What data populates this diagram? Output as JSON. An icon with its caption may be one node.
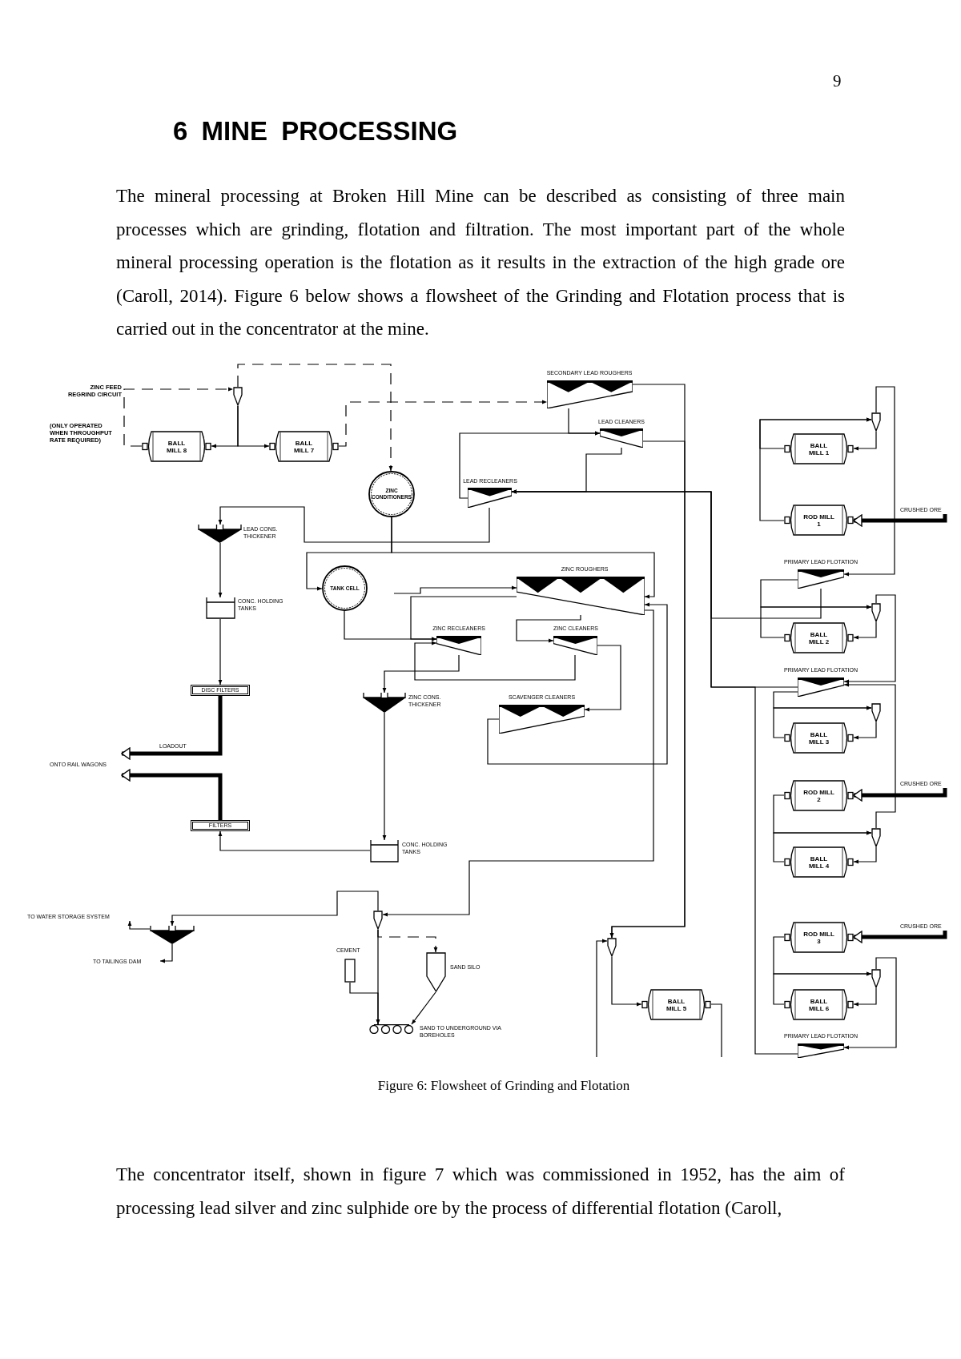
{
  "diagram": {
    "title": "6 MINE PROCESSING",
    "caption": "Figure 6: Flowsheet of Grinding and Flotation",
    "nodes": [
      {
        "text": [
          "BALL MILL 8"
        ]
      },
      {
        "text": [
          "BALL MILL 7"
        ]
      },
      {
        "text": [],
        "shape": "cyclone"
      },
      {
        "text": [
          "ZINC CONDITIONERS"
        ]
      },
      {
        "text": [
          "SECONDARY LEAD ROUGHERS"
        ]
      },
      {
        "text": [
          "LEAD CLEANERS"
        ]
      },
      {
        "text": [
          "LEAD RECLEANERS"
        ]
      },
      {
        "text": [
          "LEAD CONS. THICKENER"
        ]
      },
      {
        "text": [
          "TANK CELL"
        ]
      },
      {
        "text": [
          "ZINC ROUGHERS"
        ]
      },
      {
        "text": [
          "ZINC RECLEANERS"
        ]
      },
      {
        "text": [
          "ZINC CLEANERS"
        ]
      },
      {
        "text": [
          "CONC. HOLDING TANKS"
        ]
      },
      {
        "text": [
          "DISC FILTERS"
        ]
      },
      {
        "text": [
          "ZINC CONS. THICKENER"
        ]
      },
      {
        "text": [
          "SCAVENGER CLEANERS"
        ]
      },
      {
        "text": [
          "ONTO RAIL WAGONS"
        ]
      },
      {
        "text": [
          "FILTERS"
        ]
      },
      {
        "text": [
          "CONC. HOLDING TANKS"
        ]
      },
      {
        "text": [
          "TO WATER STORAGE SYSTEM"
        ]
      },
      {
        "text": [],
        "shape": "thickener"
      },
      {
        "text": [
          "TO TAILINGS DAM"
        ]
      },
      {
        "text": [],
        "shape": "cyclone"
      },
      {
        "text": [
          "CEMENT"
        ]
      },
      {
        "text": [
          "SAND SILO"
        ]
      },
      {
        "text": [
          "SAND TO UNDERGROUND VIA BOREHOLES"
        ]
      },
      {
        "text": [],
        "shape": "cyclone"
      },
      {
        "text": [
          "BALL MILL 5"
        ]
      },
      {
        "text": [
          "BALL MILL 1"
        ]
      },
      {
        "text": [],
        "shape": "cyclone"
      },
      {
        "text": [
          "ROD MILL 1"
        ]
      },
      {
        "text": [
          "CRUSHED ORE"
        ]
      },
      {
        "text": [
          "PRIMARY LEAD FLOTATION"
        ]
      },
      {
        "text": [
          "BALL MILL 2"
        ]
      },
      {
        "text": [],
        "shape": "cyclone"
      },
      {
        "text": [
          "PRIMARY LEAD FLOTATION"
        ]
      },
      {
        "text": [
          "BALL MILL 3"
        ]
      },
      {
        "text": [],
        "shape": "cyclone"
      },
      {
        "text": [
          "ROD MILL 2"
        ]
      },
      {
        "text": [
          "CRUSHED ORE"
        ]
      },
      {
        "text": [
          "BALL MILL 4"
        ]
      },
      {
        "text": [],
        "shape": "cyclone"
      },
      {
        "text": [
          "ROD MILL 3"
        ]
      },
      {
        "text": [
          "CRUSHED ORE"
        ]
      },
      {
        "text": [
          "BALL MILL 6"
        ]
      },
      {
        "text": [],
        "shape": "cyclone"
      },
      {
        "text": [
          "PRIMARY LEAD FLOTATION"
        ]
      }
    ],
    "edges": [
      {
        "from": 2,
        "to": 0,
        "arrow": "to"
      },
      {
        "from": 2,
        "to": 1,
        "arrow": "to"
      },
      {
        "from": 0,
        "to": 2,
        "arrow": "to",
        "style": "dashed"
      },
      {
        "from": 1,
        "to": 4,
        "arrow": "to",
        "style": "dashed"
      },
      {
        "from": 2,
        "to": 3,
        "arrow": "to",
        "style": "dashed"
      },
      {
        "from": 3,
        "to": 8,
        "arrow": "to"
      },
      {
        "from": 3,
        "to": 9,
        "arrow": "to"
      },
      {
        "from": 6,
        "to": 7,
        "arrow": "to"
      },
      {
        "from": 7,
        "to": 12,
        "arrow": "to"
      },
      {
        "from": 12,
        "to": 13,
        "arrow": "to"
      },
      {
        "from": 13,
        "to": 16,
        "arrow": "to",
        "style": "thick",
        "label": "LOADOUT"
      },
      {
        "from": 17,
        "to": 16,
        "arrow": "to",
        "style": "thick"
      },
      {
        "from": 18,
        "to": 17,
        "arrow": "to"
      },
      {
        "from": 14,
        "to": 18,
        "arrow": "to"
      },
      {
        "from": 8,
        "to": 10,
        "arrow": "to"
      },
      {
        "from": null,
        "to": 9,
        "arrow": "to"
      },
      {
        "from": 9,
        "to": 10,
        "arrow": "to"
      },
      {
        "from": 9,
        "to": 11,
        "arrow": "to"
      },
      {
        "from": 11,
        "to": 10,
        "arrow": "to"
      },
      {
        "from": 10,
        "to": 14,
        "arrow": "to"
      },
      {
        "from": 11,
        "to": 15,
        "arrow": "to"
      },
      {
        "from": 15,
        "to": 9,
        "arrow": "to"
      },
      {
        "from": 9,
        "to": 22,
        "arrow": "to"
      },
      {
        "from": 22,
        "to": 20,
        "arrow": "to"
      },
      {
        "from": 20,
        "to": 19,
        "arrow": "to"
      },
      {
        "from": 20,
        "to": 21,
        "arrow": "to"
      },
      {
        "from": 22,
        "to": 24,
        "arrow": "to",
        "style": "dashed"
      },
      {
        "from": 22,
        "to": 25,
        "arrow": "to"
      },
      {
        "from": 23,
        "to": 25,
        "arrow": "to"
      },
      {
        "from": 24,
        "to": 25,
        "arrow": "to"
      },
      {
        "from": 4,
        "to": 5,
        "arrow": "to"
      },
      {
        "from": 6,
        "to": 5,
        "arrow": "to"
      },
      {
        "from": 5,
        "to": 6,
        "arrow": "to"
      },
      {
        "from": 4,
        "to": 26,
        "arrow": "to"
      },
      {
        "from": 5,
        "to": 26,
        "arrow": "to"
      },
      {
        "from": 26,
        "to": 27,
        "arrow": "to"
      },
      {
        "from": 27,
        "to": null,
        "arrow": "none"
      },
      {
        "from": null,
        "to": 26,
        "arrow": "to"
      },
      {
        "from": 31,
        "to": 30,
        "arrow": "to",
        "style": "thick"
      },
      {
        "from": 30,
        "to": 29,
        "arrow": "to"
      },
      {
        "from": 28,
        "to": 29,
        "arrow": "to"
      },
      {
        "from": 29,
        "to": 28,
        "arrow": "to"
      },
      {
        "from": 29,
        "to": 32,
        "arrow": "to"
      },
      {
        "from": 32,
        "to": 34,
        "arrow": "to"
      },
      {
        "from": 33,
        "to": 34,
        "arrow": "to"
      },
      {
        "from": 34,
        "to": 33,
        "arrow": "to"
      },
      {
        "from": 34,
        "to": 35,
        "arrow": "to"
      },
      {
        "from": 32,
        "to": 6,
        "arrow": "to"
      },
      {
        "from": 35,
        "to": 6,
        "arrow": "to"
      },
      {
        "from": 35,
        "to": 37,
        "arrow": "to"
      },
      {
        "from": 36,
        "to": 37,
        "arrow": "to"
      },
      {
        "from": 37,
        "to": 36,
        "arrow": "to"
      },
      {
        "from": 39,
        "to": 38,
        "arrow": "to",
        "style": "thick"
      },
      {
        "from": 38,
        "to": 41,
        "arrow": "to"
      },
      {
        "from": 40,
        "to": 41,
        "arrow": "to"
      },
      {
        "from": 41,
        "to": 40,
        "arrow": "to"
      },
      {
        "from": 41,
        "to": 35,
        "arrow": "to"
      },
      {
        "from": 43,
        "to": 42,
        "arrow": "to",
        "style": "thick"
      },
      {
        "from": 42,
        "to": 45,
        "arrow": "to"
      },
      {
        "from": 44,
        "to": 45,
        "arrow": "to"
      },
      {
        "from": 45,
        "to": 44,
        "arrow": "to"
      },
      {
        "from": 45,
        "to": 46,
        "arrow": "to"
      },
      {
        "from": 46,
        "to": 6,
        "arrow": "to"
      }
    ],
    "labels": [
      "9",
      "The mineral processing at Broken Hill Mine can be described as consisting of three main processes which are grinding, flotation and filtration. The most important part of the whole mineral processing operation is the flotation as it results in the extraction of the high grade ore (Caroll, 2014). Figure 6 below shows a flowsheet of the Grinding and Flotation process that is carried out in the concentrator at the mine.",
      "ZINC FEED REGRIND CIRCUIT",
      "(ONLY OPERATED WHEN THROUGHPUT RATE REQUIRED)",
      "The concentrator itself, shown in figure 7 which was commissioned in 1952, has the aim of processing lead silver and zinc sulphide ore by the process of differential flotation (Caroll,"
    ]
  }
}
